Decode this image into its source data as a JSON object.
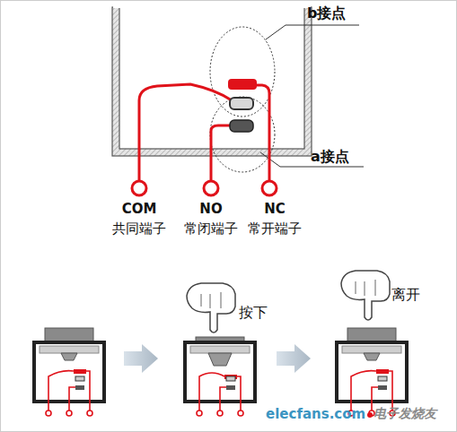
{
  "diagram": {
    "labels": [
      "b接点",
      "a接点",
      "COM",
      "共同端子",
      "NO",
      "常闭端子",
      "NC",
      "常开端子",
      "按下",
      "离开",
      "elecfans.com",
      "电子发烧友"
    ]
  }
}
